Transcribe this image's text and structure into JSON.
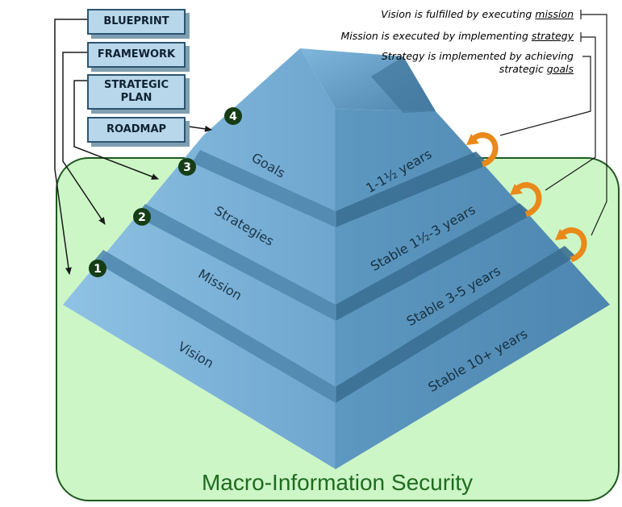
{
  "labels": {
    "blueprint": "BLUEPRINT",
    "framework": "FRAMEWORK",
    "strategic_plan_line1": "STRATEGIC",
    "strategic_plan_line2": "PLAN",
    "roadmap": "ROADMAP"
  },
  "notes": {
    "vision_pre": "Vision is fulfilled by executing ",
    "vision_key": "mission",
    "mission_pre": "Mission is executed by implementing ",
    "mission_key": "strategy",
    "strategy_line1": "Strategy is implemented by achieving",
    "strategy_pre": "strategic ",
    "strategy_key": "goals"
  },
  "markers": [
    "1",
    "2",
    "3",
    "4"
  ],
  "layers": {
    "goals": "Goals",
    "strategies": "Strategies",
    "mission": "Mission",
    "vision": "Vision"
  },
  "durations": {
    "goals": "1-1½ years",
    "strategies": "Stable 1½-3 years",
    "mission": "Stable 3-5 years",
    "vision": "Stable 10+ years"
  },
  "caption": "Macro-Information Security",
  "colors": {
    "panel_fill": "#cdf6c7",
    "panel_border": "#1f5a1f",
    "caption": "#1f6b1f",
    "pyramid_left": "#8bbde1",
    "pyramid_right": "#5b97c0",
    "marker": "#163d16",
    "cycle_arrow": "#e8891a"
  }
}
